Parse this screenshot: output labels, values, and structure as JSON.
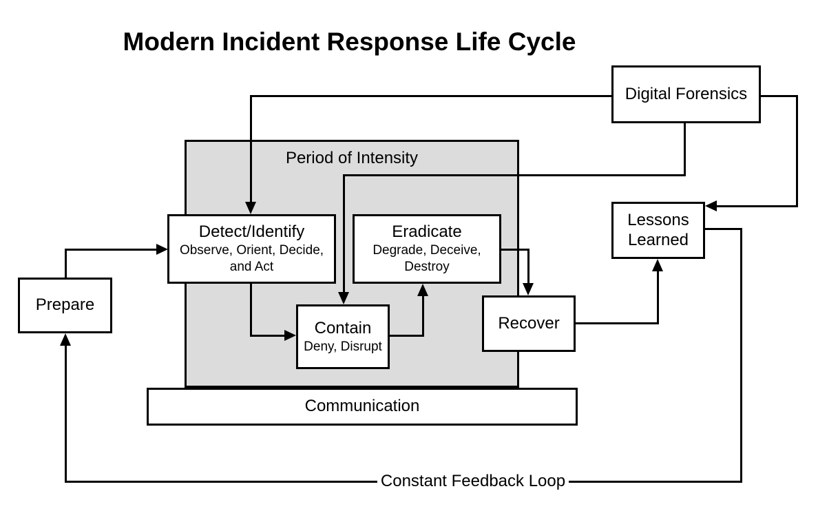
{
  "title": "Modern Incident Response Life Cycle",
  "regions": {
    "period_of_intensity": {
      "label": "Period of Intensity",
      "fill": "#dcdcdc"
    }
  },
  "nodes": {
    "prepare": {
      "label": "Prepare"
    },
    "detect": {
      "label": "Detect/Identify",
      "sublabel": "Observe, Orient, Decide, and Act"
    },
    "eradicate": {
      "label": "Eradicate",
      "sublabel": "Degrade, Deceive, Destroy"
    },
    "contain": {
      "label": "Contain",
      "sublabel": "Deny, Disrupt"
    },
    "recover": {
      "label": "Recover"
    },
    "lessons_learned": {
      "label": "Lessons Learned"
    },
    "digital_forensics": {
      "label": "Digital Forensics"
    },
    "communication": {
      "label": "Communication"
    }
  },
  "annotations": {
    "feedback_loop": "Constant Feedback Loop"
  },
  "edges": [
    {
      "from": "Prepare",
      "to": "Detect/Identify"
    },
    {
      "from": "Digital Forensics",
      "to": "Detect/Identify"
    },
    {
      "from": "Digital Forensics",
      "to": "Contain"
    },
    {
      "from": "Digital Forensics",
      "to": "Lessons Learned"
    },
    {
      "from": "Detect/Identify",
      "to": "Contain"
    },
    {
      "from": "Contain",
      "to": "Eradicate"
    },
    {
      "from": "Eradicate",
      "to": "Recover"
    },
    {
      "from": "Recover",
      "to": "Lessons Learned"
    },
    {
      "from": "Lessons Learned",
      "to": "Prepare",
      "label": "Constant Feedback Loop"
    }
  ],
  "colors": {
    "background": "#ffffff",
    "box_fill": "#ffffff",
    "region_fill": "#dcdcdc",
    "line": "#000000",
    "text": "#000000"
  }
}
